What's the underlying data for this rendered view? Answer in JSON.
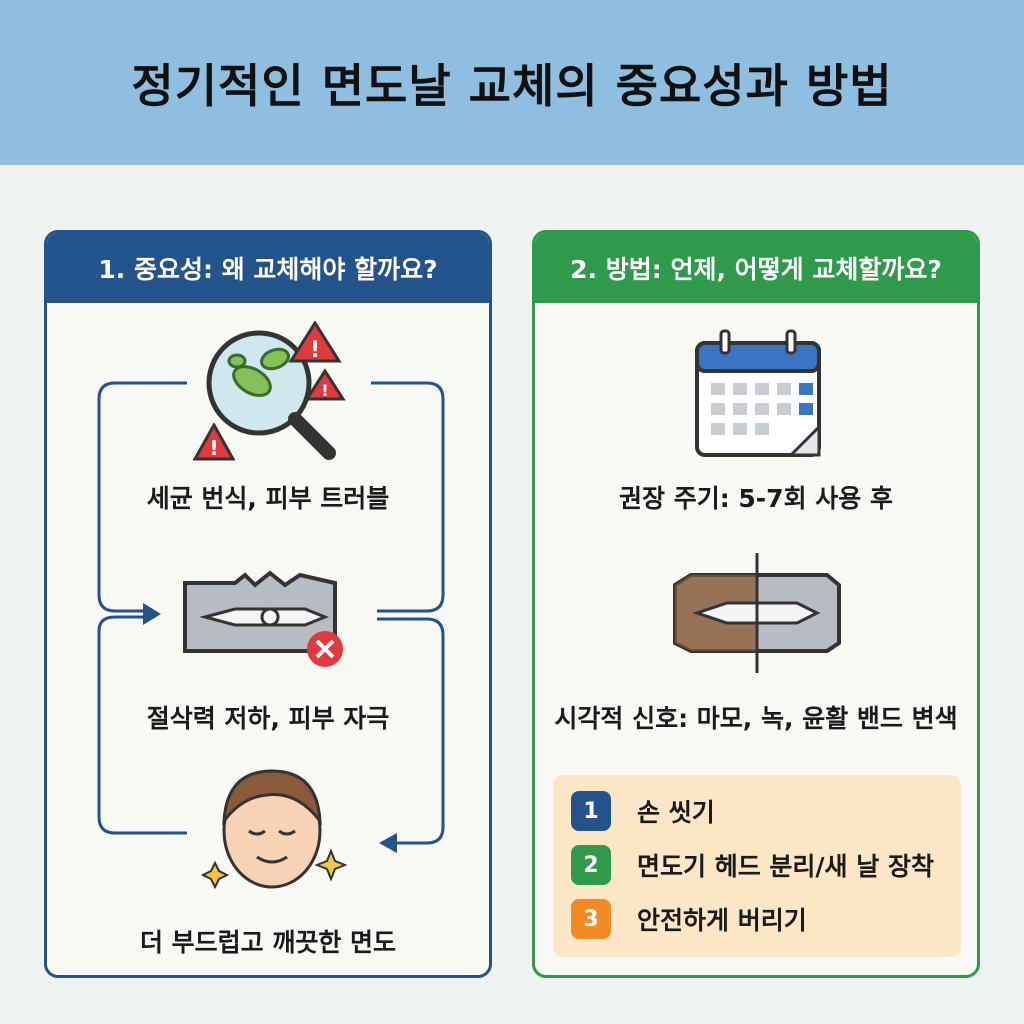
{
  "title": "정기적인 면도날 교체의 중요성과 방법",
  "left_panel": {
    "header": "1. 중요성: 왜 교체해야 할까요?",
    "items": [
      {
        "caption": "세균 번식, 피부 트러블",
        "icon": "bacteria-magnifier-icon"
      },
      {
        "caption": "절삭력 저하, 피부 자극",
        "icon": "dull-blade-icon"
      },
      {
        "caption": "더 부드럽고 깨끗한 면도",
        "icon": "smooth-face-icon"
      }
    ]
  },
  "right_panel": {
    "header": "2. 방법: 언제, 어떻게 교체할까요?",
    "items": [
      {
        "caption": "권장 주기: 5-7회 사용 후",
        "icon": "calendar-icon"
      },
      {
        "caption": "시각적 신호: 마모, 녹, 윤활 밴드 변색",
        "icon": "rusty-vs-new-blade-icon"
      }
    ],
    "steps": [
      {
        "number": "1",
        "label": "손 씻기",
        "color": "#24528a"
      },
      {
        "number": "2",
        "label": "면도기 헤드 분리/새 날 장착",
        "color": "#2f9a4b"
      },
      {
        "number": "3",
        "label": "안전하게 버리기",
        "color": "#f08a24"
      }
    ]
  },
  "colors": {
    "title_band": "#8fbfe0",
    "left_accent": "#24528a",
    "right_accent": "#2f9a4b",
    "warning": "#e0393e",
    "steps_bg": "#fbe6c6"
  }
}
